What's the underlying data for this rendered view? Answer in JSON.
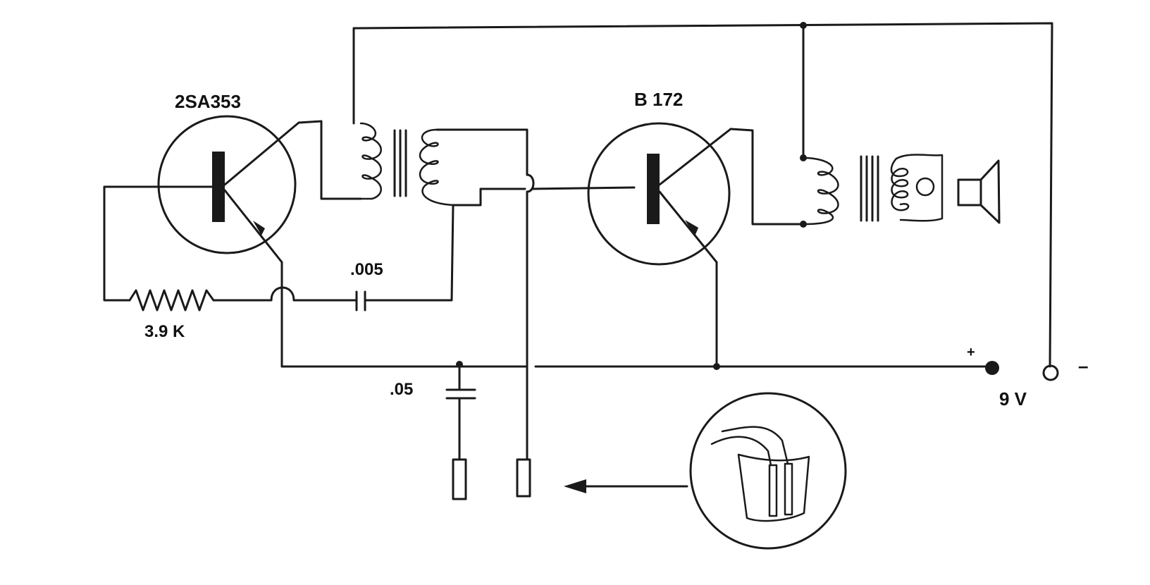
{
  "labels": {
    "q1": "2SA353",
    "q2": "B 172",
    "resistor": "3.9 K",
    "cap_small": ".005",
    "cap_input": ".05",
    "battery_plus": "+",
    "battery_minus": "–",
    "battery": "9 V"
  }
}
